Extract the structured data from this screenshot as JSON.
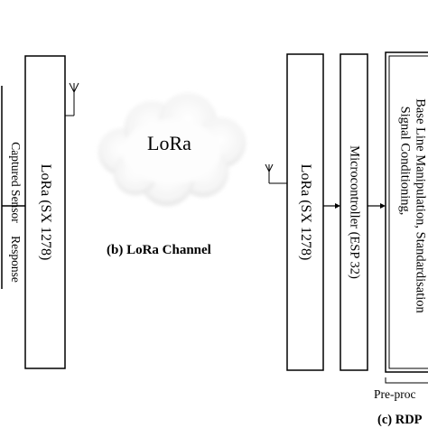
{
  "left_module": {
    "input_label_line1": "Captured Sensor",
    "input_label_line2": "Response",
    "radio_label": "LoRa (SX 1278)"
  },
  "channel": {
    "cloud_label": "LoRa",
    "caption": "(b) LoRa Channel"
  },
  "right_module": {
    "radio_label": "LoRa (SX 1278)",
    "mcu_label": "Microcontroller (ESP 32)",
    "processing_line1": "Signal Conditioning,",
    "processing_line2": "Base Line Manipulation, Standardisation",
    "preproc_label": "Pre-proc",
    "caption": "(c) RDP"
  }
}
